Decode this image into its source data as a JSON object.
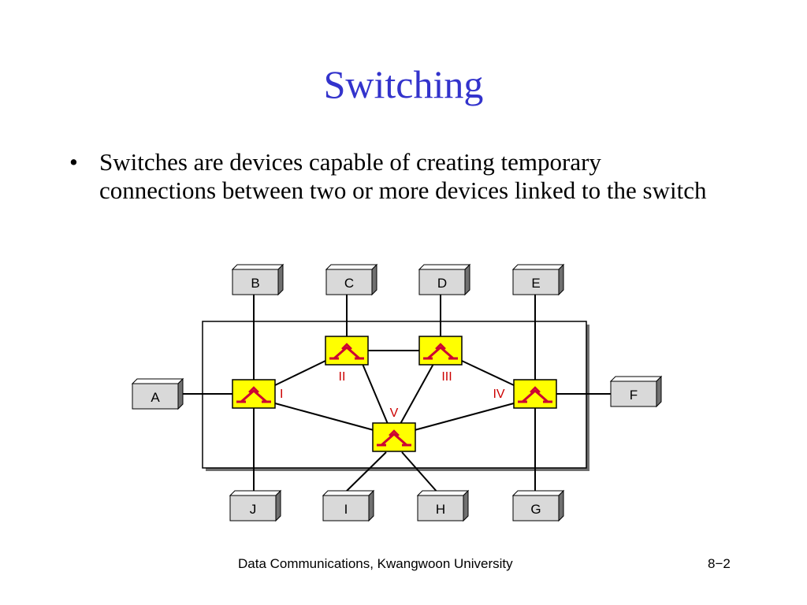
{
  "slide": {
    "title": "Switching",
    "bullet": "Switches are devices capable of creating temporary connections between two or more devices linked to the switch",
    "footer_left": "Data Communications, Kwangwoon University",
    "footer_right": "8−2"
  },
  "diagram": {
    "colors": {
      "switch_fill": "#ffff00",
      "switch_symbol": "#cc0033",
      "switch_label": "#cc0000",
      "device_fill": "#d9d9d9",
      "line": "#000000"
    },
    "devices": [
      "A",
      "B",
      "C",
      "D",
      "E",
      "F",
      "G",
      "H",
      "I",
      "J"
    ],
    "switches": [
      "I",
      "II",
      "III",
      "IV",
      "V"
    ]
  }
}
